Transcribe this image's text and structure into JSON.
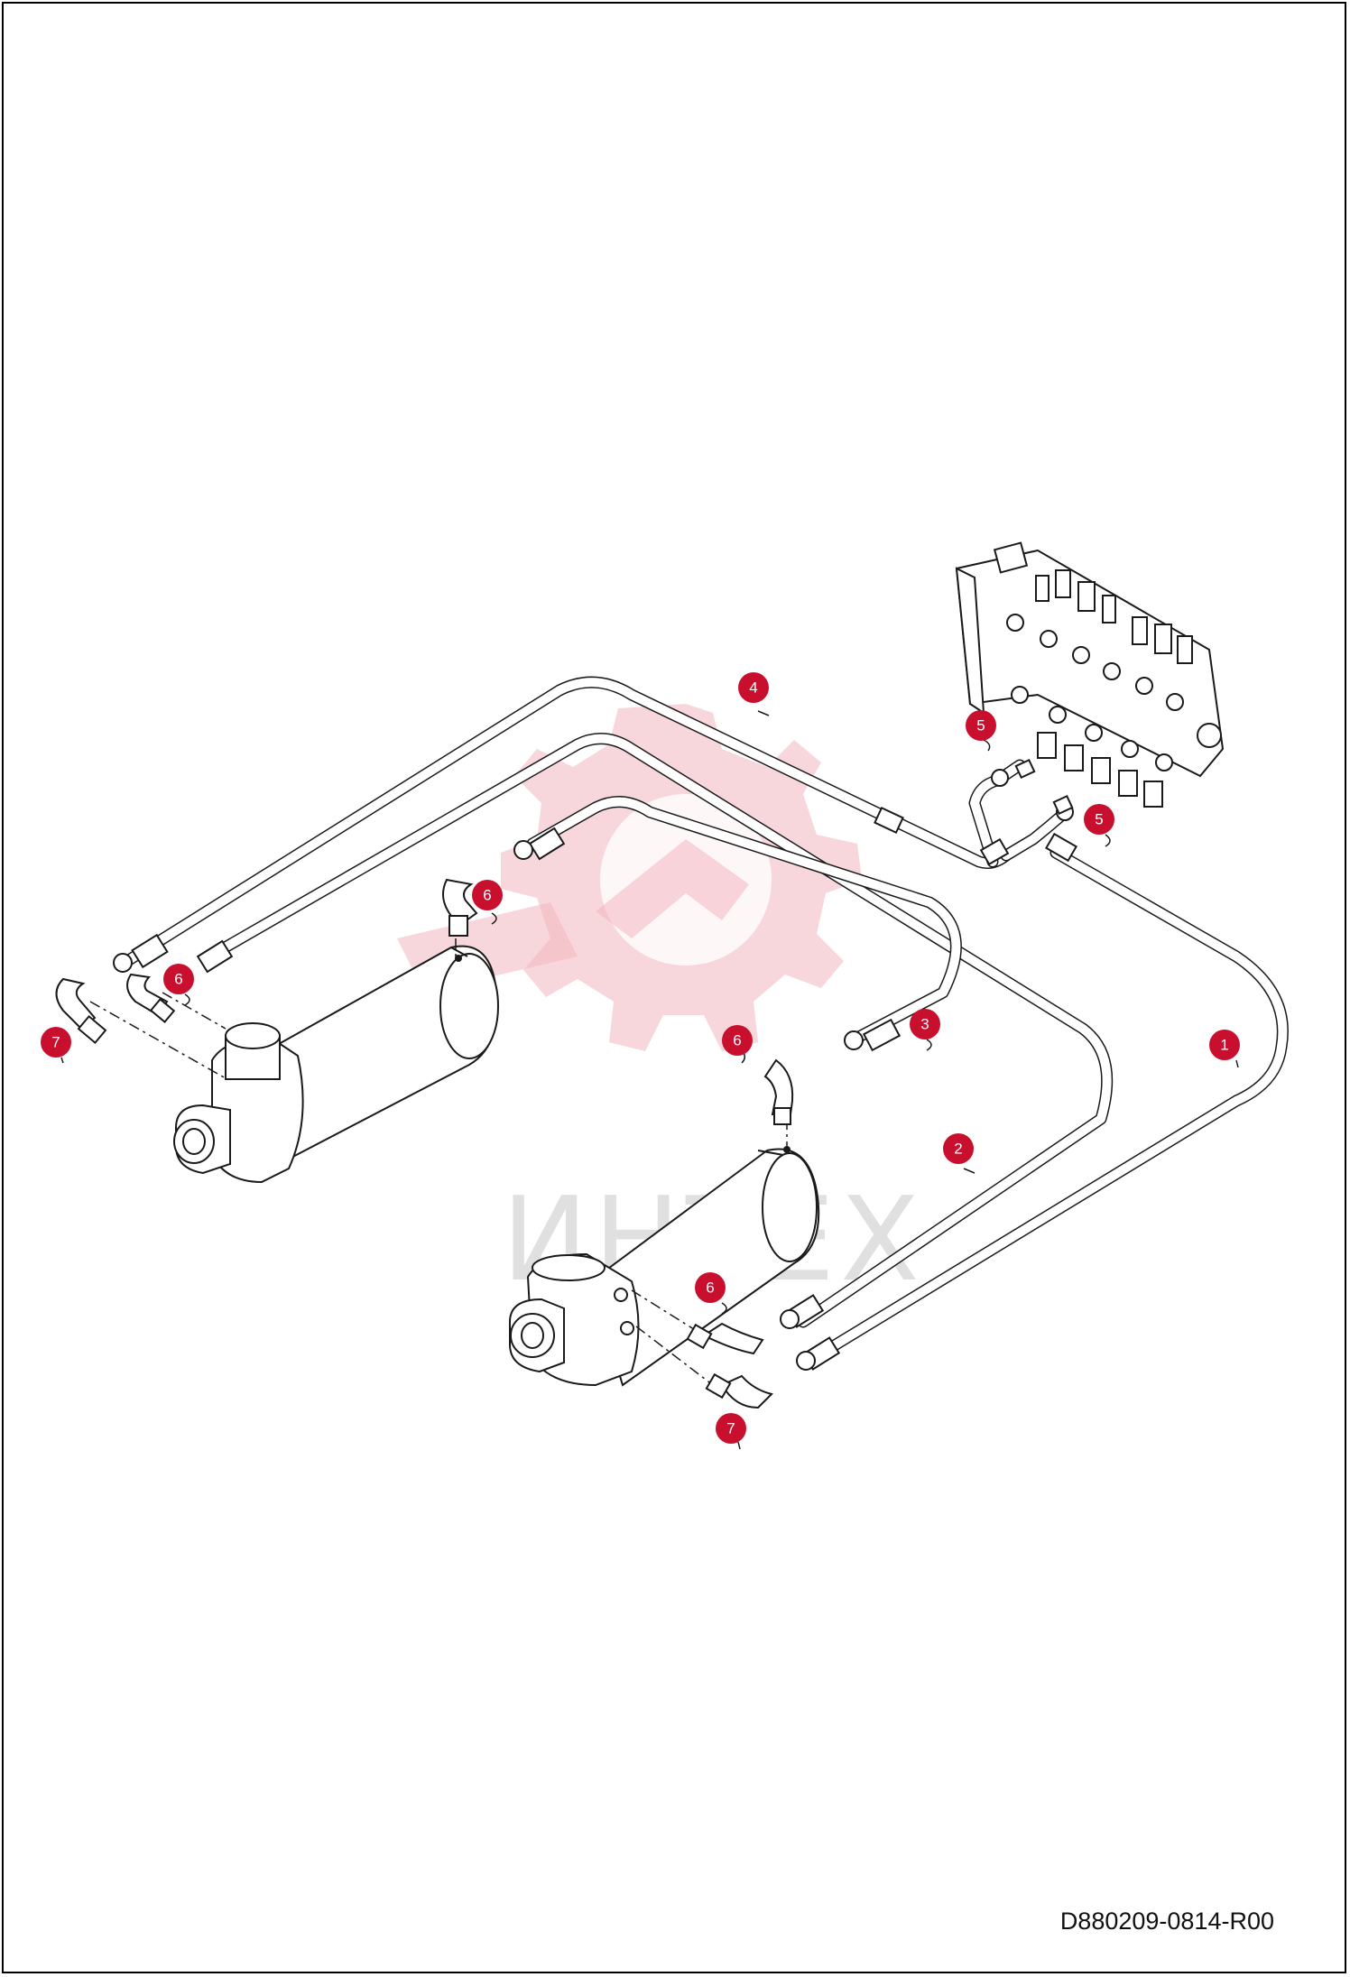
{
  "watermark": {
    "text": "ИНТЕХ",
    "color": "#f2b6bf"
  },
  "drawing_code": "D880209-0814-R00",
  "accent_color": "#c8102e",
  "callouts": [
    "4",
    "5",
    "5",
    "6",
    "6",
    "7",
    "3",
    "6",
    "1",
    "2",
    "6",
    "7"
  ]
}
